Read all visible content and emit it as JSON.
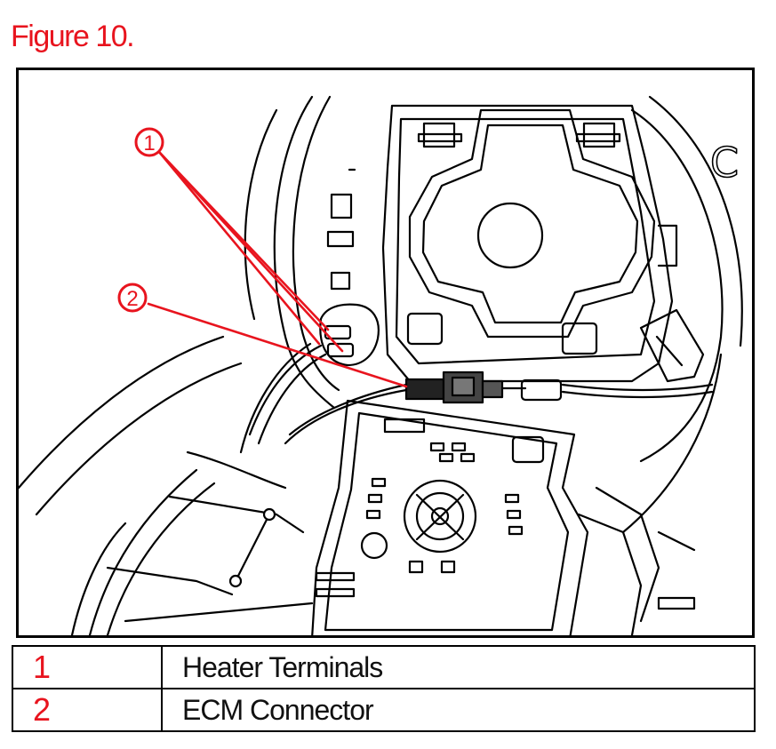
{
  "figure": {
    "title": "Figure 10."
  },
  "diagram": {
    "corner_mark": "C"
  },
  "callouts": [
    {
      "number": "1",
      "label": "Heater Terminals"
    },
    {
      "number": "2",
      "label": "ECM Connector"
    }
  ],
  "colors": {
    "accent": "#e8141e",
    "ink": "#000000"
  }
}
